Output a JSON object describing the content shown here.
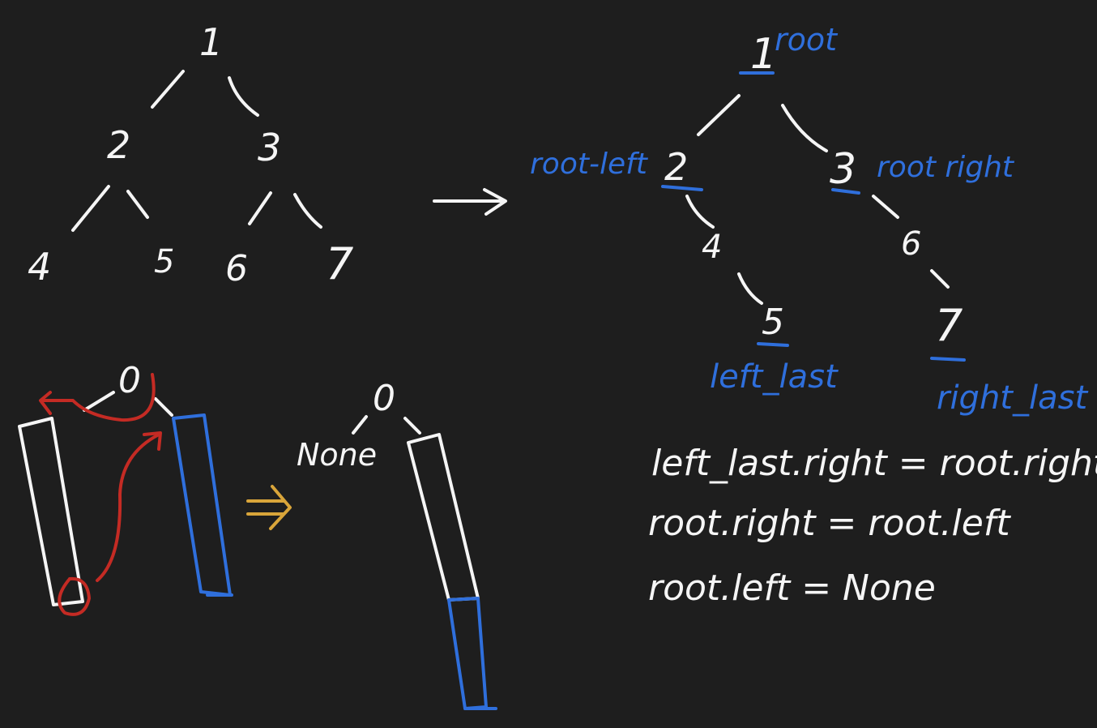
{
  "colors": {
    "background": "#1e1e1e",
    "ink": "#f5f5f5",
    "blue": "#2f6fdc",
    "red": "#c42b24",
    "gold": "#d9a53a"
  },
  "tree_before": {
    "nodes": [
      "1",
      "2",
      "3",
      "4",
      "5",
      "6",
      "7"
    ]
  },
  "tree_after": {
    "nodes": [
      "1",
      "2",
      "3",
      "4",
      "5",
      "6",
      "7"
    ],
    "labels": {
      "root": "root",
      "root_left": "root-left",
      "root_right": "root right",
      "left_last": "left_last",
      "right_last": "right_last"
    }
  },
  "sketch": {
    "node_before": "0",
    "node_after": "0",
    "none_label": "None"
  },
  "code": {
    "line1": "left_last.right = root.right",
    "line2": "root.right = root.left",
    "line3": "root.left = None"
  }
}
